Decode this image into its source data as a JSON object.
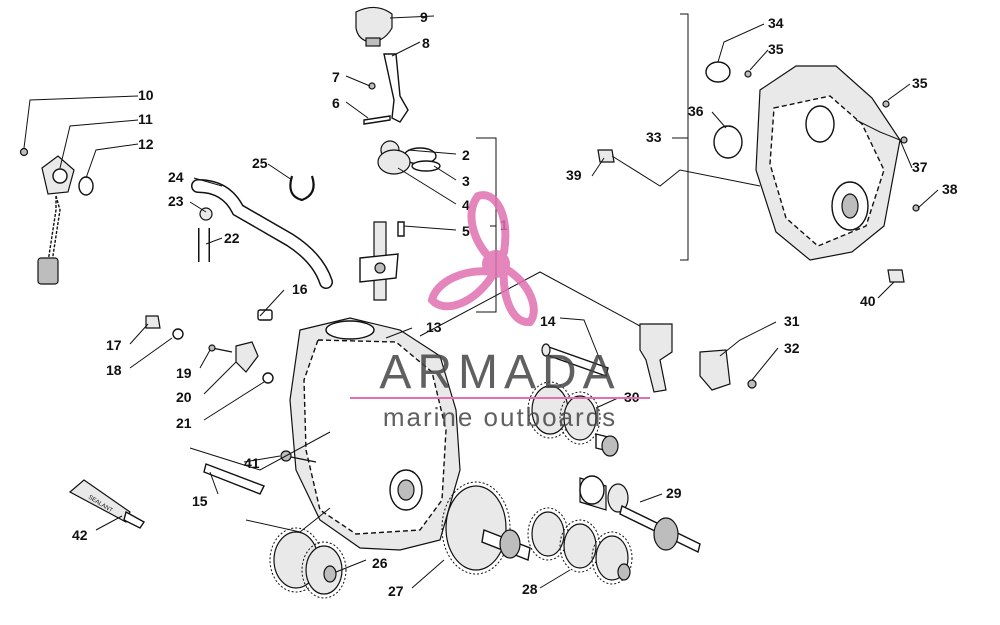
{
  "callouts": {
    "c1": "1",
    "c2": "2",
    "c3": "3",
    "c4": "4",
    "c5": "5",
    "c6": "6",
    "c7": "7",
    "c8": "8",
    "c9": "9",
    "c10": "10",
    "c11": "11",
    "c12": "12",
    "c13": "13",
    "c14": "14",
    "c15": "15",
    "c16": "16",
    "c17": "17",
    "c18": "18",
    "c19": "19",
    "c20": "20",
    "c21": "21",
    "c22": "22",
    "c23": "23",
    "c24": "24",
    "c25": "25",
    "c26": "26",
    "c27": "27",
    "c28": "28",
    "c29": "29",
    "c30": "30",
    "c31": "31",
    "c32": "32",
    "c33": "33",
    "c34": "34",
    "c35a": "35",
    "c35b": "35",
    "c36": "36",
    "c37": "37",
    "c38": "38",
    "c39": "39",
    "c40": "40",
    "c41": "41",
    "c42": "42"
  },
  "sealant_label": "SEALANT",
  "watermark": {
    "brand": "ARMADA",
    "tagline": "marine outboards",
    "color": "#e070b0"
  }
}
